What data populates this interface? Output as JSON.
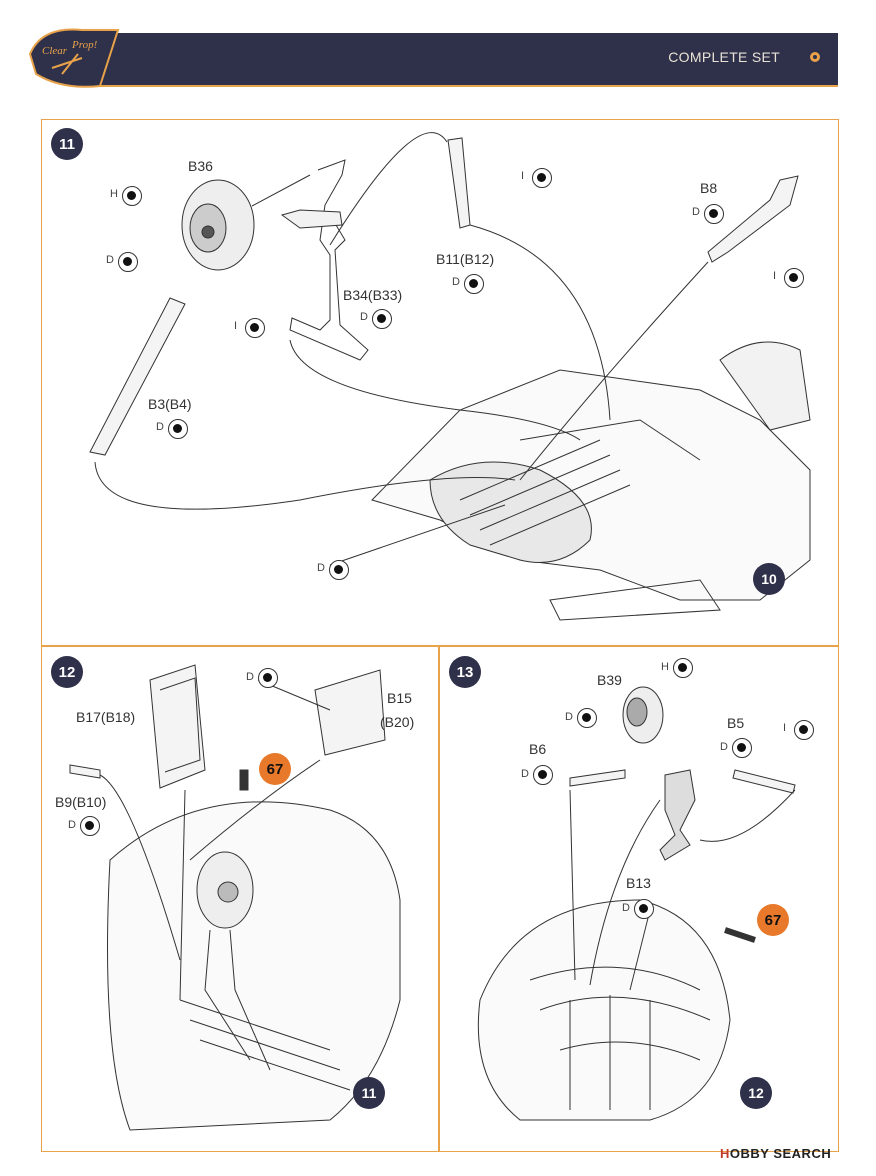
{
  "header": {
    "title": "COMPLETE SET"
  },
  "logo": {
    "text": "Clear Prop!"
  },
  "steps": {
    "s11": {
      "badge": "11",
      "ref": "10"
    },
    "s12": {
      "badge": "12",
      "ref": "11",
      "paint": "67"
    },
    "s13": {
      "badge": "13",
      "ref": "12",
      "paint": "67"
    }
  },
  "parts": {
    "b36": "B36",
    "b8": "B8",
    "b11": "B11(B12)",
    "b34": "B34(B33)",
    "b3": "B3(B4)",
    "b17": "B17(B18)",
    "b15": "B15",
    "b20": "(B20)",
    "b9": "B9(B10)",
    "b39": "B39",
    "b5": "B5",
    "b6": "B6",
    "b13": "B13"
  },
  "letters": {
    "h": "H",
    "d": "D",
    "i": "I"
  },
  "footer": {
    "brand_h": "H",
    "brand_rest": "OBBY SEARCH"
  }
}
